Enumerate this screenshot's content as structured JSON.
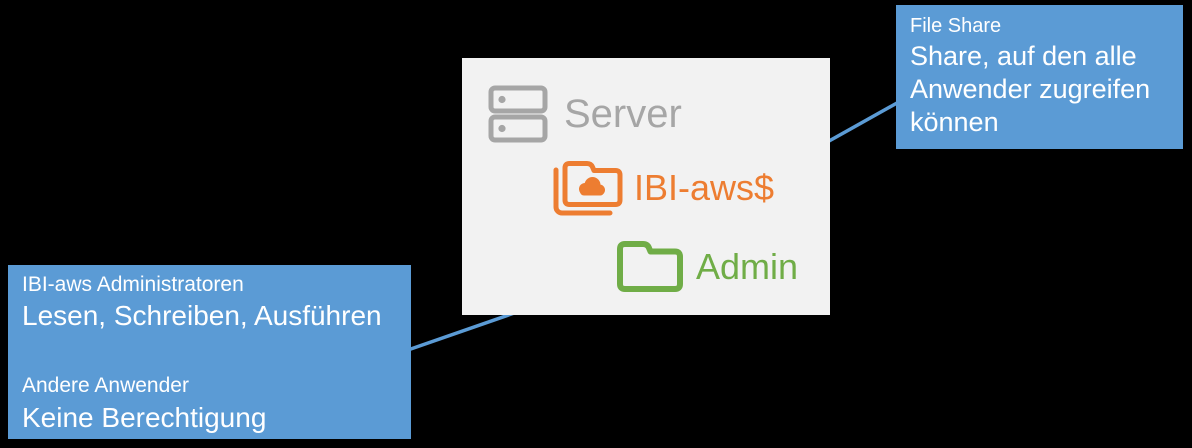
{
  "colors": {
    "background": "#000000",
    "panel_bg": "#F2F2F2",
    "server_gray": "#A6A6A6",
    "share_orange": "#ED7D31",
    "admin_green": "#70AD47",
    "callout_blue": "#5B9BD5",
    "callout_text": "#FFFFFF"
  },
  "server_box": {
    "server_label": "Server",
    "items": [
      {
        "label": "IBI-aws$",
        "icon": "shared-folder-cloud-icon",
        "color": "#ED7D31"
      },
      {
        "label": "Admin",
        "icon": "folder-icon",
        "color": "#70AD47"
      }
    ]
  },
  "callouts": {
    "file_share": {
      "title": "File Share",
      "body": "Share, auf den alle\nAnwender zugreifen\nkönnen"
    },
    "permissions": {
      "sections": [
        {
          "title": "IBI-aws Administratoren",
          "body": "Lesen, Schreiben, Ausführen"
        },
        {
          "title": "Andere Anwender",
          "body": "Keine Berechtigung"
        }
      ]
    }
  }
}
